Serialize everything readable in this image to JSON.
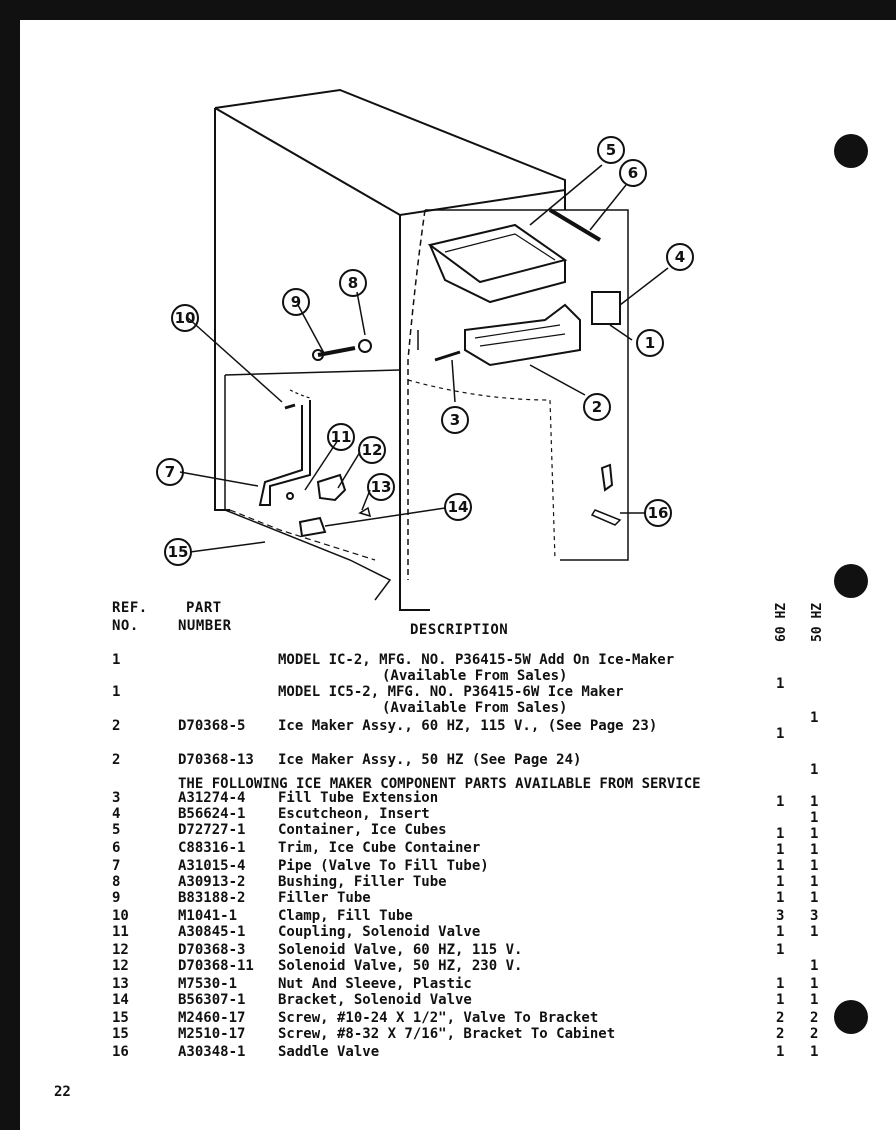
{
  "page_number": "22",
  "header": {
    "ref": "REF.",
    "no": "NO.",
    "part": "PART",
    "number": "NUMBER",
    "description": "DESCRIPTION",
    "hz60": "60 HZ",
    "hz50": "50 HZ"
  },
  "callouts": [
    "1",
    "2",
    "3",
    "4",
    "5",
    "6",
    "7",
    "8",
    "9",
    "10",
    "11",
    "12",
    "13",
    "14",
    "15",
    "16"
  ],
  "notice": "THE FOLLOWING ICE MAKER COMPONENT PARTS AVAILABLE FROM SERVICE",
  "parts": [
    {
      "ref": "1",
      "part": "",
      "desc": "MODEL IC-2, MFG. NO. P36415-5W Add On Ice-Maker",
      "desc2": "(Available From Sales)",
      "q60": "1",
      "q50": ""
    },
    {
      "ref": "1",
      "part": "",
      "desc": "MODEL IC5-2, MFG. NO. P36415-6W Ice Maker",
      "desc2": "(Available From Sales)",
      "q60": "",
      "q50": "1"
    },
    {
      "ref": "2",
      "part": "D70368-5",
      "desc": "Ice Maker Assy., 60 HZ, 115 V., (See Page 23)",
      "desc2": "",
      "q60": "1",
      "q50": ""
    },
    {
      "ref": "2",
      "part": "D70368-13",
      "desc": "Ice Maker Assy., 50 HZ (See Page 24)",
      "desc2": "",
      "q60": "",
      "q50": "1"
    },
    {
      "ref": "3",
      "part": "A31274-4",
      "desc": "Fill Tube Extension",
      "desc2": "",
      "q60": "1",
      "q50": "1"
    },
    {
      "ref": "4",
      "part": "B56624-1",
      "desc": "Escutcheon, Insert",
      "desc2": "",
      "q60": "",
      "q50": "1"
    },
    {
      "ref": "5",
      "part": "D72727-1",
      "desc": "Container, Ice Cubes",
      "desc2": "",
      "q60": "1",
      "q50": "1"
    },
    {
      "ref": "6",
      "part": "C88316-1",
      "desc": "Trim, Ice Cube Container",
      "desc2": "",
      "q60": "1",
      "q50": "1"
    },
    {
      "ref": "7",
      "part": "A31015-4",
      "desc": "Pipe (Valve To Fill Tube)",
      "desc2": "",
      "q60": "1",
      "q50": "1"
    },
    {
      "ref": "8",
      "part": "A30913-2",
      "desc": "Bushing, Filler Tube",
      "desc2": "",
      "q60": "1",
      "q50": "1"
    },
    {
      "ref": "9",
      "part": "B83188-2",
      "desc": "Filler Tube",
      "desc2": "",
      "q60": "1",
      "q50": "1"
    },
    {
      "ref": "10",
      "part": "M1041-1",
      "desc": "Clamp, Fill Tube",
      "desc2": "",
      "q60": "3",
      "q50": "3"
    },
    {
      "ref": "11",
      "part": "A30845-1",
      "desc": "Coupling, Solenoid Valve",
      "desc2": "",
      "q60": "1",
      "q50": "1"
    },
    {
      "ref": "12",
      "part": "D70368-3",
      "desc": "Solenoid Valve, 60 HZ, 115 V.",
      "desc2": "",
      "q60": "1",
      "q50": ""
    },
    {
      "ref": "12",
      "part": "D70368-11",
      "desc": "Solenoid Valve, 50 HZ, 230 V.",
      "desc2": "",
      "q60": "",
      "q50": "1"
    },
    {
      "ref": "13",
      "part": "M7530-1",
      "desc": "Nut And Sleeve, Plastic",
      "desc2": "",
      "q60": "1",
      "q50": "1"
    },
    {
      "ref": "14",
      "part": "B56307-1",
      "desc": "Bracket, Solenoid Valve",
      "desc2": "",
      "q60": "1",
      "q50": "1"
    },
    {
      "ref": "15",
      "part": "M2460-17",
      "desc": "Screw, #10-24 X 1/2\", Valve To Bracket",
      "desc2": "",
      "q60": "2",
      "q50": "2"
    },
    {
      "ref": "15",
      "part": "M2510-17",
      "desc": "Screw, #8-32 X 7/16\", Bracket To Cabinet",
      "desc2": "",
      "q60": "2",
      "q50": "2"
    },
    {
      "ref": "16",
      "part": "A30348-1",
      "desc": "Saddle Valve",
      "desc2": "",
      "q60": "1",
      "q50": "1"
    }
  ]
}
